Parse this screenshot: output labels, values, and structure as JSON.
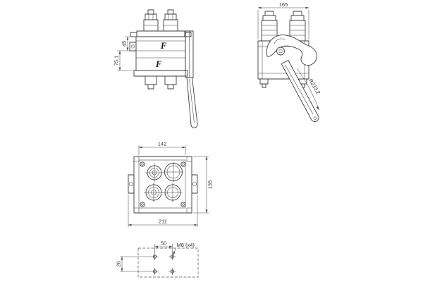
{
  "drawing": {
    "colors": {
      "line": "#3c3c3c",
      "dim": "#4d4d4d",
      "text": "#333333",
      "background": "#ffffff"
    },
    "front_view": {
      "brand_mark_top": "F",
      "brand_mark_bottom": "F",
      "dim_port_height": "45",
      "dim_body_height": "75.1"
    },
    "side_view": {
      "dim_overall_width": "165",
      "dim_lever_radius": "R233.2"
    },
    "top_view": {
      "dim_port_field_width": "142",
      "dim_body_depth": "135",
      "dim_overall_width": "211"
    },
    "mounting_view": {
      "dim_hole_spacing_horizontal": "50",
      "dim_hole_spacing_vertical": "26",
      "thread_callout": "M8 (x4)"
    }
  }
}
